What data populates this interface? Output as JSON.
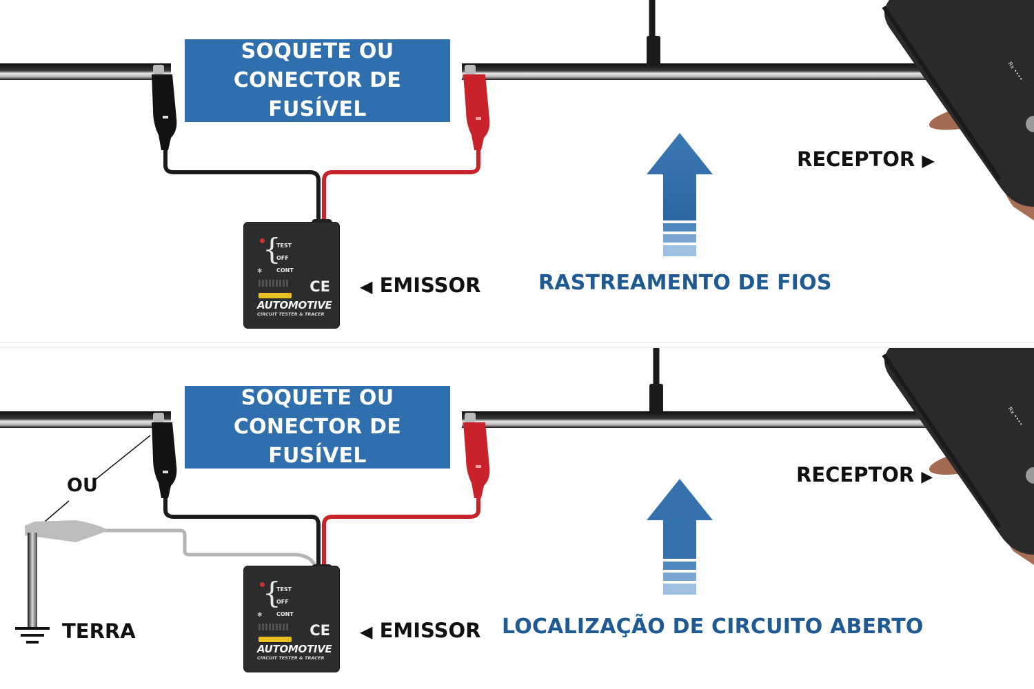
{
  "diagram": {
    "panels": [
      {
        "id": "wire-tracing",
        "connector_label": [
          "SOQUETE OU",
          "CONECTOR DE FUSÍVEL"
        ],
        "receiver_label": "RECEPTOR",
        "emitter_label": "EMISSOR",
        "mode_title": "RASTREAMENTO DE FIOS"
      },
      {
        "id": "open-circuit-location",
        "connector_label": [
          "SOQUETE OU",
          "CONECTOR DE FUSÍVEL"
        ],
        "receiver_label": "RECEPTOR",
        "emitter_label": "EMISSOR",
        "mode_title": "LOCALIZAÇÃO DE CIRCUITO ABERTO",
        "or_label": "OU",
        "ground_label": "TERRA"
      }
    ],
    "emitter_device": {
      "modes": [
        "TEST",
        "OFF",
        "CONT"
      ],
      "certification": "CE",
      "brand": "AUTOMOTIVE",
      "subtitle": "CIRCUIT TESTER & TRACER"
    },
    "icons": {
      "arrow_left": "◀",
      "arrow_right": "▶",
      "signal_arrow": "up-arrow-icon",
      "ground_symbol": "ground-icon"
    },
    "colors": {
      "label_box": "#2f6fad",
      "title_blue": "#1f5a93",
      "arrow_blue": "#3471ad",
      "red_lead": "#c8232a",
      "black_lead": "#1b1b1b",
      "ground_lead": "#b5b5b5"
    }
  }
}
